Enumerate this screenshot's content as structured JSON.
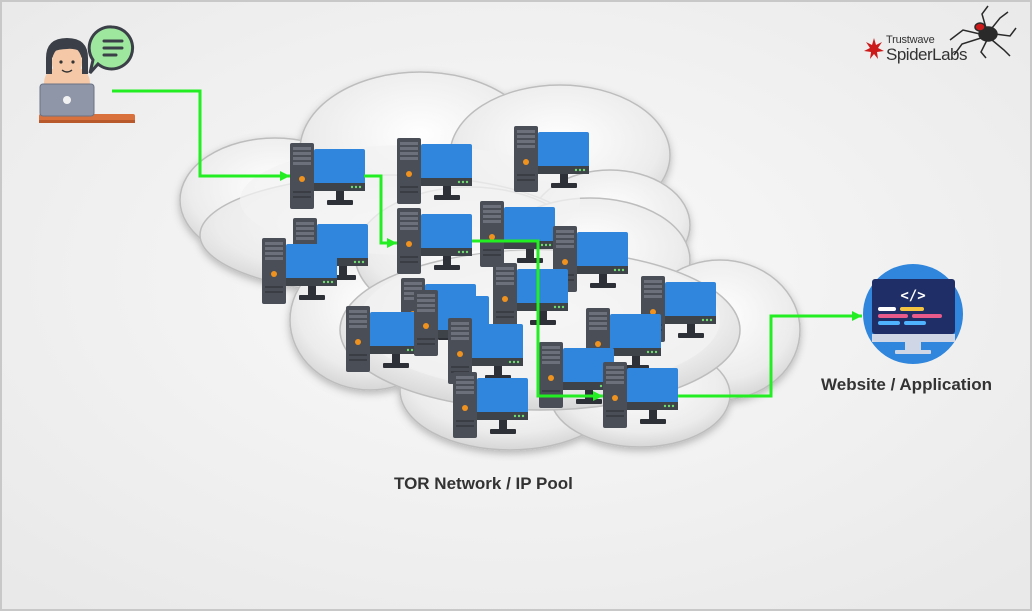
{
  "diagram": {
    "network_label": "TOR Network / IP Pool",
    "destination_label": "Website / Application",
    "brand": {
      "line1": "Trustwave",
      "line2": "SpiderLabs"
    },
    "colors": {
      "background": "#f3f3f3",
      "border": "#c8c8c8",
      "route": "#22ee22",
      "computer_screen": "#2f86dc",
      "computer_tower": "#4a4e57",
      "cloud_fill": "#e8e8e8",
      "brand_red": "#cc1a1a"
    },
    "icons": [
      "user-laptop-icon",
      "chat-bubble-icon",
      "computer-icon",
      "code-monitor-icon",
      "spider-icon",
      "cloud-icon"
    ]
  }
}
